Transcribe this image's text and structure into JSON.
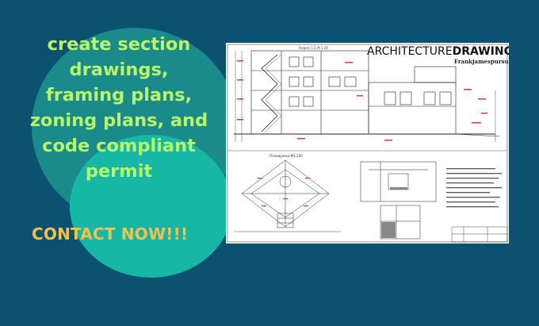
{
  "headline": {
    "lines": [
      "create section",
      "drawings,",
      "framing plans,",
      "zoning plans, and",
      "code compliant",
      "permit"
    ]
  },
  "cta": {
    "label": "CONTACT NOW!!!"
  },
  "drawing": {
    "title_light": "ARCHITECTURE",
    "title_bold": "DRAWING",
    "author": "Frankjamespursu",
    "section_label": "Разрез 1-1 М 1:20",
    "plan_label": "Планировка М1:200"
  },
  "colors": {
    "background": "#0c5270",
    "blob_outer": "#1a8a8a",
    "blob_inner": "#17b7a6",
    "headline": "#b8f56a",
    "cta": "#f2c14e",
    "dimension_red": "#d83a3a"
  }
}
